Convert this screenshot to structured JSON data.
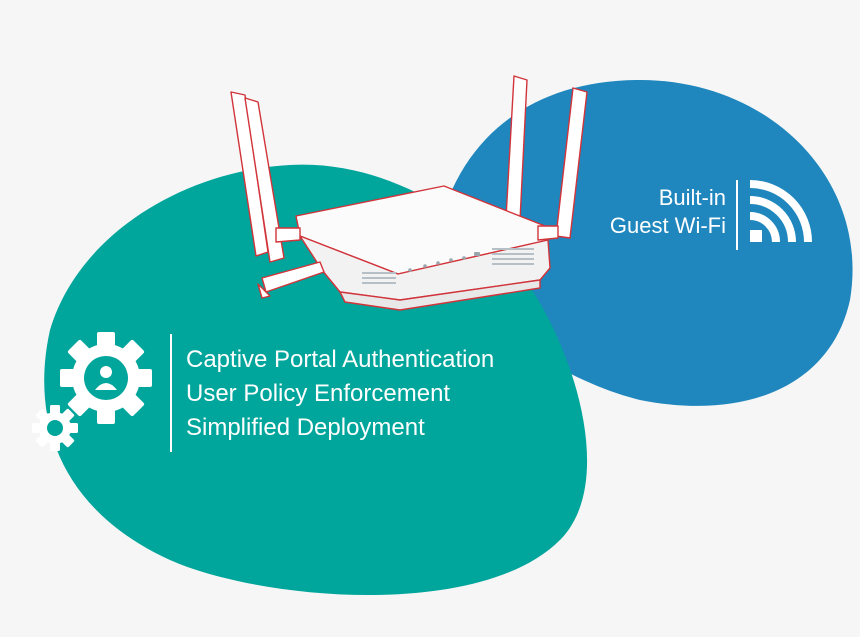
{
  "wifi_label": {
    "line1": "Built-in",
    "line2": "Guest Wi-Fi"
  },
  "features": [
    "Captive Portal Authentication",
    "User Policy Enforcement",
    "Simplified Deployment"
  ],
  "icons": {
    "wifi": "wifi-signal-icon",
    "settings": "gear-user-icon"
  },
  "colors": {
    "background": "#f6f6f6",
    "teal": "#00a59b",
    "blue": "#1f87bd",
    "router_outline": "#d1343a",
    "white": "#ffffff"
  }
}
